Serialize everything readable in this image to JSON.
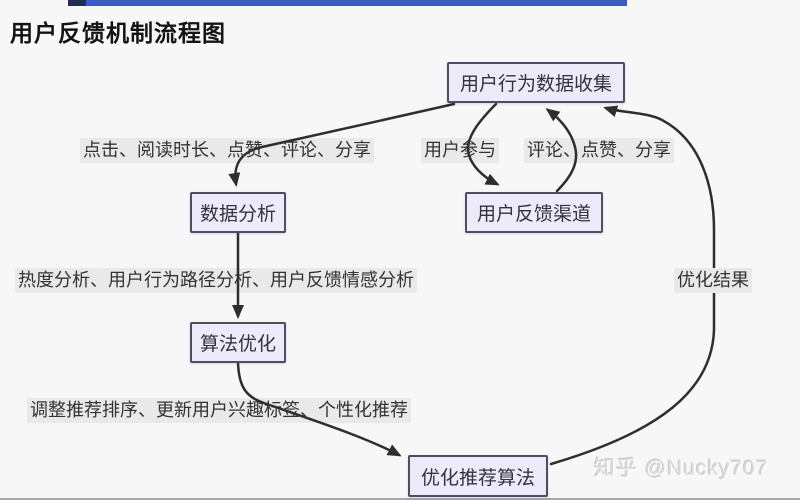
{
  "canvas": {
    "background": "#f7f7f8",
    "top_bar_color": "#3b5cc3",
    "top_bar_dark_color": "#202e55",
    "bottom_bar_color": "#a9a6b1"
  },
  "title": "用户反馈机制流程图",
  "watermark": "知乎 @Nucky707",
  "flowchart": {
    "type": "flowchart",
    "node_fill": "#edebfa",
    "node_border": "#524b63",
    "node_text_color": "#33323e",
    "edge_color": "#2e2e2e",
    "edge_label_bg": "#e9e9e9",
    "nodes": [
      {
        "id": "user-behavior-data-collection",
        "label": "用户行为数据收集"
      },
      {
        "id": "data-analysis",
        "label": "数据分析"
      },
      {
        "id": "user-feedback-channel",
        "label": "用户反馈渠道"
      },
      {
        "id": "algorithm-optimization",
        "label": "算法优化"
      },
      {
        "id": "optimize-recommendation-algorithm",
        "label": "优化推荐算法"
      }
    ],
    "edges": [
      {
        "from": "用户行为数据收集",
        "to": "数据分析",
        "label": "点击、阅读时长、点赞、评论、分享"
      },
      {
        "from": "用户行为数据收集",
        "to": "用户反馈渠道",
        "label": "用户参与"
      },
      {
        "from": "用户反馈渠道",
        "to": "用户行为数据收集",
        "label": "评论、点赞、分享"
      },
      {
        "from": "数据分析",
        "to": "算法优化",
        "label": "热度分析、用户行为路径分析、用户反馈情感分析"
      },
      {
        "from": "算法优化",
        "to": "优化推荐算法",
        "label": "调整推荐排序、更新用户兴趣标签、个性化推荐"
      },
      {
        "from": "优化推荐算法",
        "to": "用户行为数据收集",
        "label": "优化结果"
      }
    ]
  }
}
